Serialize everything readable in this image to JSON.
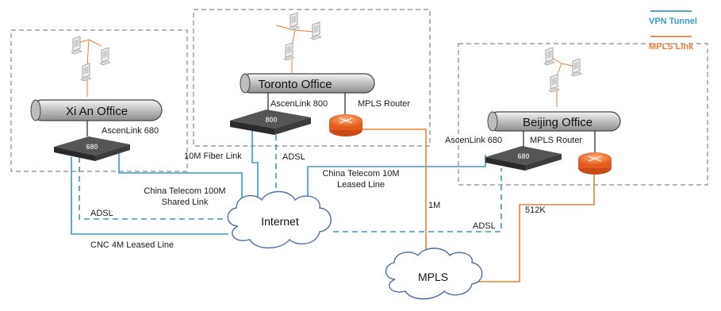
{
  "colors": {
    "vpn": "#3a9bc4",
    "mpls": "#e8803a"
  },
  "legend": {
    "vpn": "VPN Tunnel",
    "mpls": "MPLS Link"
  },
  "offices": {
    "xian": "Xi An Office",
    "toronto": "Toronto Office",
    "beijing": "Beijing Office"
  },
  "devices": {
    "xian_ascenlink": "AscenLink 680",
    "xian_model": "680",
    "toronto_ascenlink": "AscenLink 800",
    "toronto_model": "800",
    "toronto_router": "MPLS Router",
    "beijing_ascenlink": "AscenLink 680",
    "beijing_model": "680",
    "beijing_router": "MPLS Router"
  },
  "links": {
    "fiber": "10M Fiber Link",
    "adsl_toronto": "ADSL",
    "ct100_line1": "China Telecom 100M",
    "ct100_line2": "Shared Link",
    "adsl_xian": "ADSL",
    "cnc": "CNC 4M Leased Line",
    "ct10_line1": "China Telecom 10M",
    "ct10_line2": "Leased Line",
    "adsl_beijing": "ADSL",
    "m1": "1M",
    "k512": "512K"
  },
  "clouds": {
    "internet": "Internet",
    "mpls": "MPLS"
  }
}
